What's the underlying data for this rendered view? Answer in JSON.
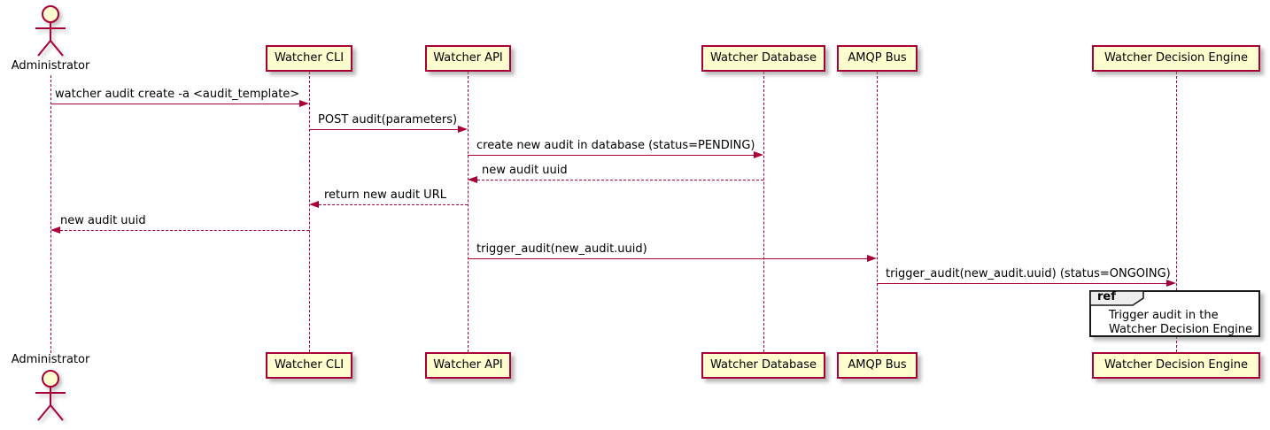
{
  "diagram": {
    "type": "sequence-diagram",
    "colors": {
      "participant_fill": "#FEFECE",
      "participant_border": "#A80036",
      "arrow": "#A80036",
      "lifeline": "#A80036",
      "text": "#000000",
      "ref_border": "#181818",
      "ref_tag_fill": "#EEEEEE",
      "background": "#FFFFFF"
    }
  },
  "actor": {
    "name": "Administrator"
  },
  "participants": [
    {
      "name": "Watcher CLI"
    },
    {
      "name": "Watcher API"
    },
    {
      "name": "Watcher Database"
    },
    {
      "name": "AMQP Bus"
    },
    {
      "name": "Watcher Decision Engine"
    }
  ],
  "messages": [
    {
      "label": "watcher audit create -a <audit_template>",
      "from": "Administrator",
      "to": "Watcher CLI",
      "style": "solid"
    },
    {
      "label": "POST audit(parameters)",
      "from": "Watcher CLI",
      "to": "Watcher API",
      "style": "solid"
    },
    {
      "label": "create new audit in database (status=PENDING)",
      "from": "Watcher API",
      "to": "Watcher Database",
      "style": "solid"
    },
    {
      "label": "new audit uuid",
      "from": "Watcher Database",
      "to": "Watcher API",
      "style": "dashed"
    },
    {
      "label": "return new audit URL",
      "from": "Watcher API",
      "to": "Watcher CLI",
      "style": "dashed"
    },
    {
      "label": "new audit uuid",
      "from": "Watcher CLI",
      "to": "Administrator",
      "style": "dashed"
    },
    {
      "label": "trigger_audit(new_audit.uuid)",
      "from": "Watcher API",
      "to": "AMQP Bus",
      "style": "solid"
    },
    {
      "label": "trigger_audit(new_audit.uuid) (status=ONGOING)",
      "from": "AMQP Bus",
      "to": "Watcher Decision Engine",
      "style": "solid"
    }
  ],
  "ref": {
    "keyword": "ref",
    "lines": [
      "Trigger audit in the",
      "Watcher Decision Engine"
    ]
  }
}
